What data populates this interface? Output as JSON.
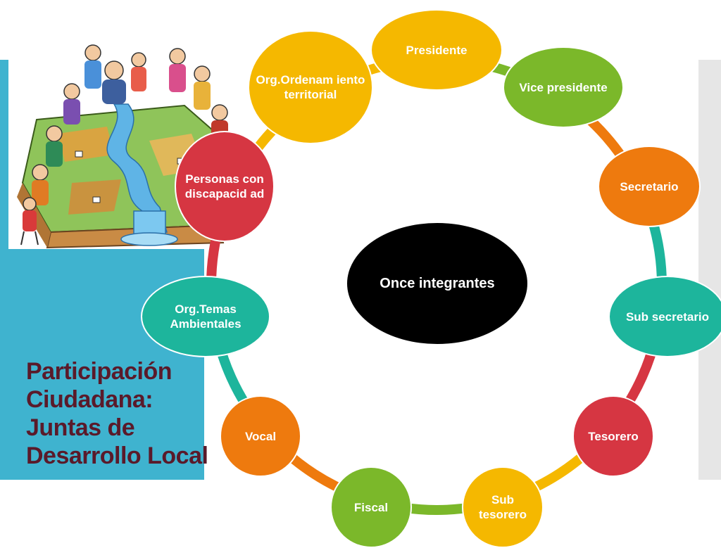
{
  "slide": {
    "title_lines": [
      "Participación",
      "Ciudadana:",
      "Juntas de",
      "Desarrollo Local"
    ]
  },
  "diagram": {
    "center": {
      "label": "Once integrantes",
      "color": "#000000"
    },
    "nodes": [
      {
        "id": "presidente",
        "label": "Presidente",
        "color": "#f5b800"
      },
      {
        "id": "vice-presidente",
        "label": "Vice presidente",
        "color": "#7bb82a"
      },
      {
        "id": "secretario",
        "label": "Secretario",
        "color": "#ee7a0e"
      },
      {
        "id": "sub-secretario",
        "label": "Sub secretario",
        "color": "#1db59c"
      },
      {
        "id": "tesorero",
        "label": "Tesorero",
        "color": "#d63642"
      },
      {
        "id": "sub-tesorero",
        "label": "Sub tesorero",
        "color": "#f5b800"
      },
      {
        "id": "fiscal",
        "label": "Fiscal",
        "color": "#7bb82a"
      },
      {
        "id": "vocal",
        "label": "Vocal",
        "color": "#ee7a0e"
      },
      {
        "id": "org-temas-ambientales",
        "label": "Org.Temas Ambientales",
        "color": "#1db59c"
      },
      {
        "id": "personas-con-discapacidad",
        "label": "Personas con discapacid ad",
        "color": "#d63642"
      },
      {
        "id": "org-ordenamiento-territorial",
        "label": "Org.Ordenam iento territorial",
        "color": "#f5b800"
      }
    ]
  },
  "theme": {
    "panel_color": "#3fb3cf",
    "title_color": "#5a1a2a"
  }
}
